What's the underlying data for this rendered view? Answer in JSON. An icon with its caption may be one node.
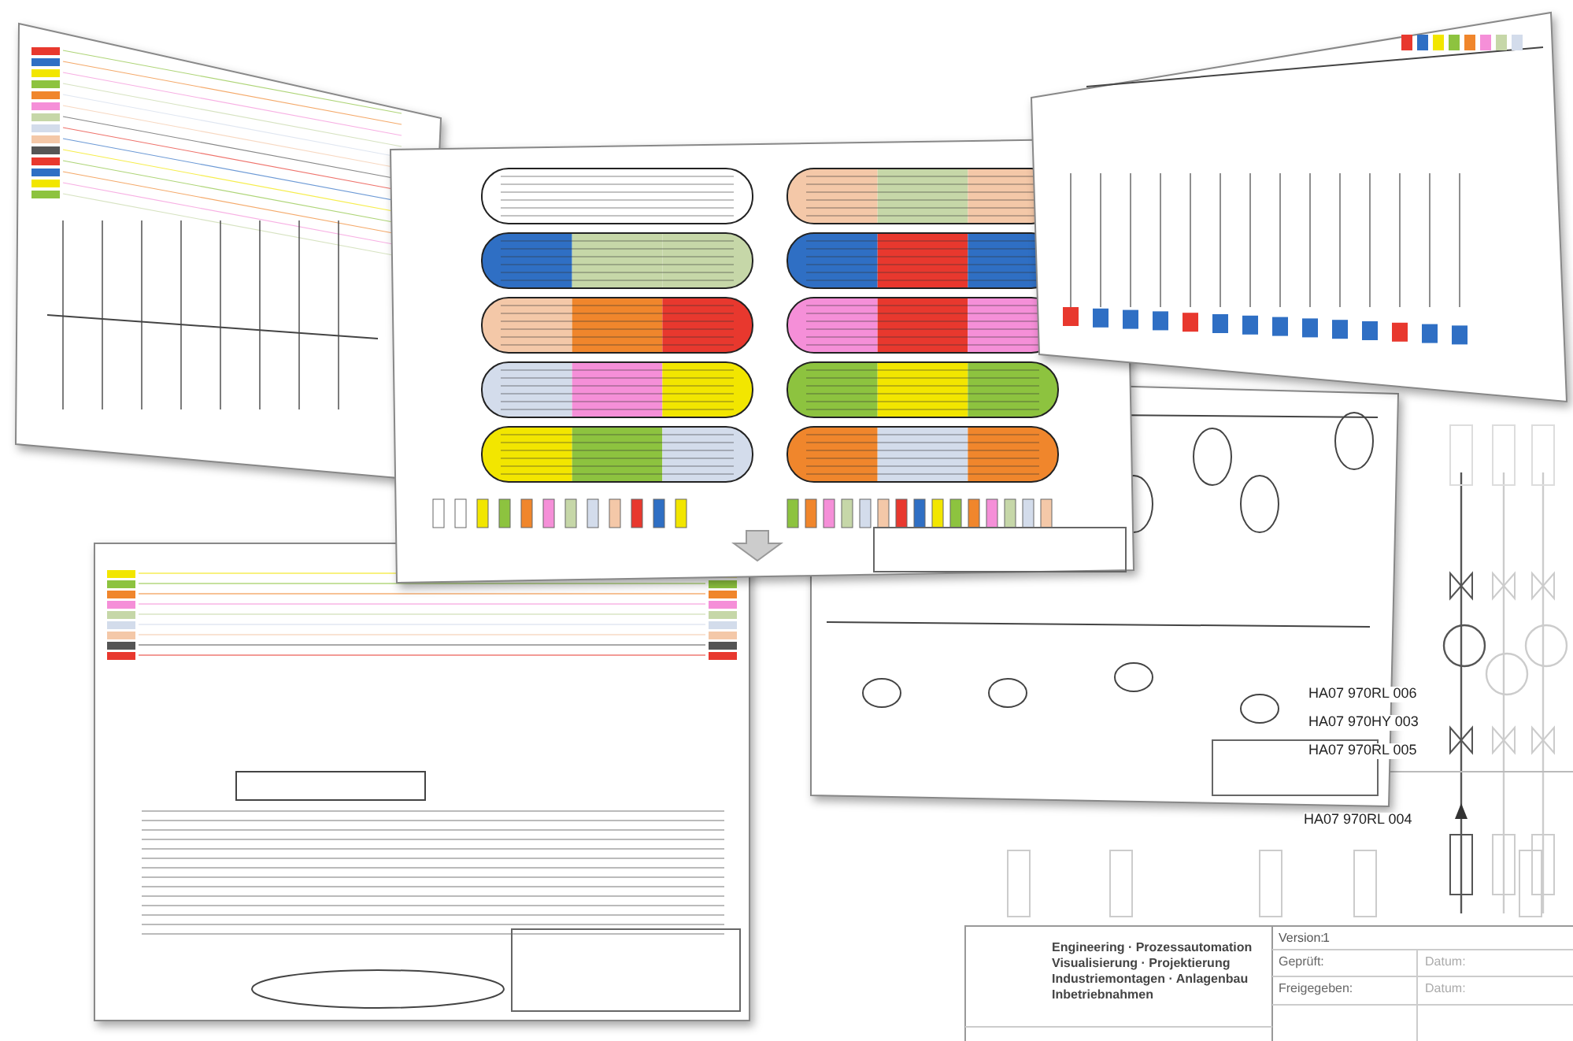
{
  "diagram": {
    "labels": [
      "HA07 970RL 006",
      "HA07 970HY 003",
      "HA07 970RL 005",
      "HA07 970RL 004",
      "Engineering · Prozessautomation",
      "Visualisierung · Projektierung",
      "Industriemontagen · Anlagenbau",
      "Inbetriebnahmen",
      "Version:",
      "1",
      "Geprüft:",
      "Datum:",
      "Freigegeben:",
      "Datum:"
    ]
  }
}
